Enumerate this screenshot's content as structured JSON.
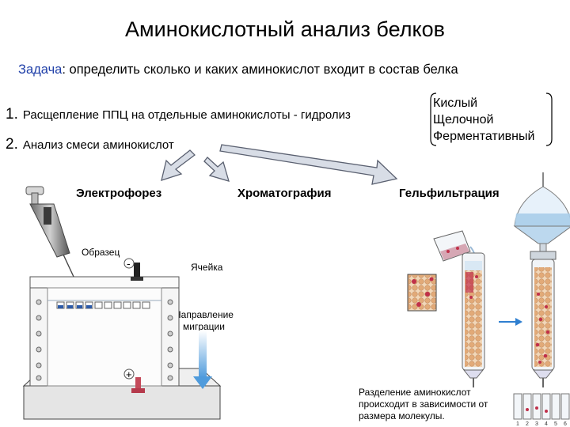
{
  "title": "Аминокислотный анализ белков",
  "task": {
    "label": "Задача",
    "text": ": определить сколько и каких аминокислот входит в состав белка"
  },
  "steps": [
    {
      "num": "1.",
      "text": "Расщепление ППЦ на отдельные аминокислоты - гидролиз"
    },
    {
      "num": "2.",
      "text": "Анализ смеси аминокислот"
    }
  ],
  "hydrolysis_types": [
    "Кислый",
    "Щелочной",
    "Ферментативный"
  ],
  "methods": [
    "Электрофорез",
    "Хроматография",
    "Гельфильтрация"
  ],
  "labels": {
    "sample": "Образец",
    "cell": "Ячейка",
    "direction_line1": "Направление",
    "direction_line2": "миграции",
    "minus": "-",
    "plus": "+"
  },
  "gel_note": "Разделение аминокислот происходит в зависимости от размера молекулы.",
  "tube_numbers": [
    "1",
    "2",
    "3",
    "4",
    "5",
    "6"
  ],
  "colors": {
    "arrow_fill": "#d8dde6",
    "arrow_stroke": "#5a6070",
    "beads": "#e8b98f",
    "dots": "#c0304a",
    "liquid": "#a9cde9",
    "migration_arrow": "#5fa8e0"
  }
}
